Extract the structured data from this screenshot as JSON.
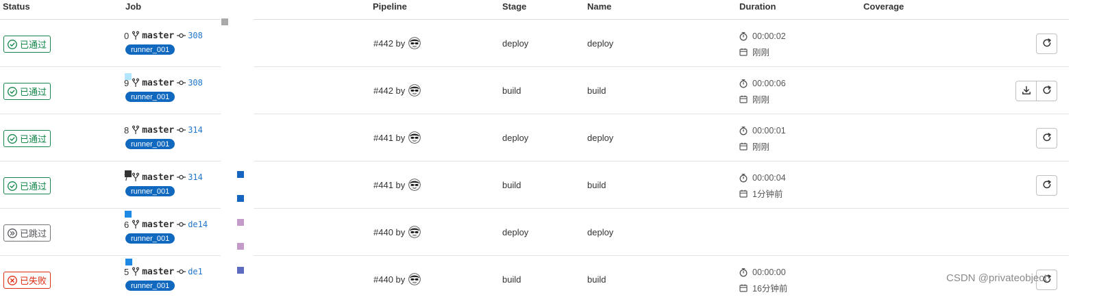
{
  "columns": {
    "status": "Status",
    "job": "Job",
    "pipeline": "Pipeline",
    "stage": "Stage",
    "name": "Name",
    "duration": "Duration",
    "coverage": "Coverage"
  },
  "rows": [
    {
      "status": "已通过",
      "status_type": "success",
      "job_id": "0",
      "ref": "master",
      "sha": "308",
      "runner": "runner_001",
      "pipeline": "#442 by",
      "stage": "deploy",
      "name": "deploy",
      "duration": "00:00:02",
      "finished": "刚刚",
      "actions": [
        "retry"
      ]
    },
    {
      "status": "已通过",
      "status_type": "success",
      "job_id": "9",
      "ref": "master",
      "sha": "308",
      "runner": "runner_001",
      "pipeline": "#442 by",
      "stage": "build",
      "name": "build",
      "duration": "00:00:06",
      "finished": "刚刚",
      "actions": [
        "download",
        "retry"
      ]
    },
    {
      "status": "已通过",
      "status_type": "success",
      "job_id": "8",
      "ref": "master",
      "sha": "314",
      "runner": "runner_001",
      "pipeline": "#441 by",
      "stage": "deploy",
      "name": "deploy",
      "duration": "00:00:01",
      "finished": "刚刚",
      "actions": [
        "retry"
      ]
    },
    {
      "status": "已通过",
      "status_type": "success",
      "job_id": "7",
      "ref": "master",
      "sha": "314",
      "runner": "runner_001",
      "pipeline": "#441 by",
      "stage": "build",
      "name": "build",
      "duration": "00:00:04",
      "finished": "1分钟前",
      "actions": [
        "retry"
      ]
    },
    {
      "status": "已跳过",
      "status_type": "skipped",
      "job_id": "6",
      "ref": "master",
      "sha": "de14",
      "runner": "runner_001",
      "pipeline": "#440 by",
      "stage": "deploy",
      "name": "deploy",
      "duration": "",
      "finished": "",
      "actions": []
    },
    {
      "status": "已失败",
      "status_type": "failed",
      "job_id": "5",
      "ref": "master",
      "sha": "de1",
      "runner": "runner_001",
      "pipeline": "#440 by",
      "stage": "build",
      "name": "build",
      "duration": "00:00:00",
      "finished": "16分钟前",
      "actions": [
        "retry"
      ]
    }
  ],
  "colors": {
    "success": "#108548",
    "skipped": "#737278",
    "failed": "#dd2b0e",
    "runner_badge": "#1068bf",
    "sha_link": "#1f75cb"
  },
  "icons": {
    "status_success": "check-circle-icon",
    "status_skipped": "skip-circle-icon",
    "status_failed": "x-circle-icon",
    "ref": "branch-fork-icon",
    "commit": "commit-icon",
    "duration": "stopwatch-icon",
    "finished": "calendar-icon",
    "retry": "retry-icon",
    "download": "download-icon",
    "user": "user-avatar-icon"
  },
  "watermark": "CSDN @privateobject"
}
